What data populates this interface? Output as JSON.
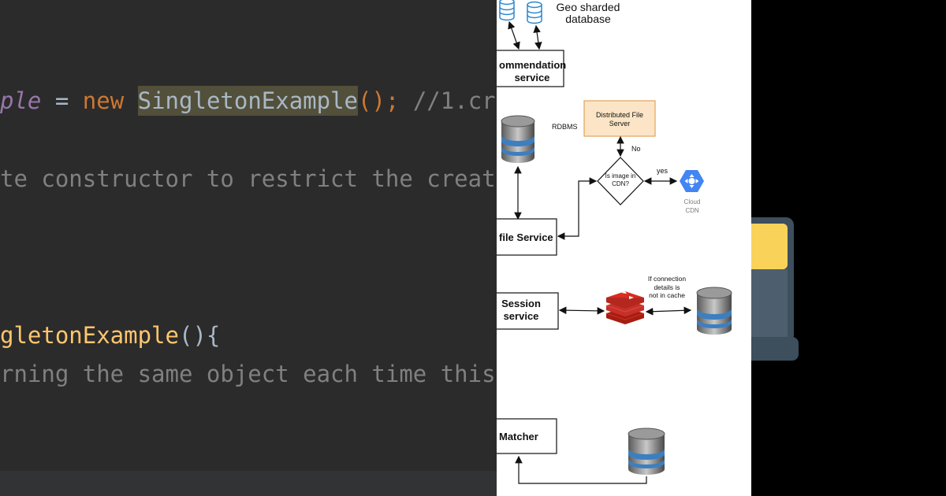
{
  "code_editor": {
    "lines": {
      "line1": {
        "var": "ple",
        "assign": " = ",
        "new_kw": "new",
        "class_name": "SingletonExample",
        "call": "();",
        "comment": " //1.cr"
      },
      "line2": {
        "comment": "te constructor to restrict the creat"
      },
      "line3": {
        "method": "gletonExample",
        "brace": "(){"
      },
      "line4": {
        "comment": "rning the same object each time this"
      }
    }
  },
  "diagram": {
    "geo_db_label": "Geo sharded\ndatabase",
    "recommendation_box": "ommendation\nservice",
    "rdbms_label": "RDBMS",
    "dfs_box": "Distributed File\nServer",
    "no_label": "No",
    "decision_label": "Is image in\nCDN?",
    "yes_label": "yes",
    "cloud_cdn_label": "Cloud\nCDN",
    "profile_box": "file Service",
    "cache_note": "If connection\ndetails is\nnot in cache",
    "session_box": "Session\nservice",
    "matcher_box": "Matcher"
  },
  "colors": {
    "editor_bg": "#2b2b2b",
    "dfs_fill": "#fce5c6",
    "dfs_border": "#e0a35a",
    "cloud_cdn": "#4285f4",
    "redis_red": "#d82c20",
    "db_stripe": "#3c7fc0",
    "laptop_screen": "#f9d25a",
    "laptop_body": "#3d4e5c"
  }
}
